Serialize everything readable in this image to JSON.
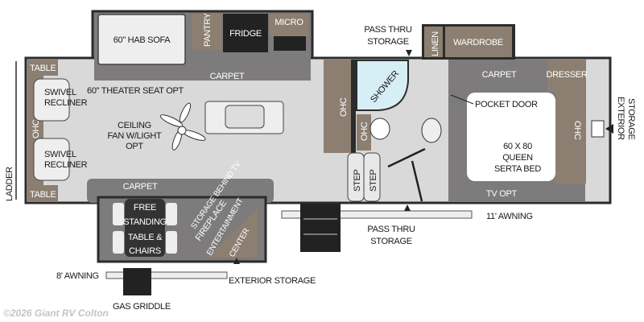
{
  "floorplan": {
    "labels": {
      "hab_sofa": "60\" HAB SOFA",
      "pantry": "PANTRY",
      "fridge": "FRIDGE",
      "micro": "MICRO",
      "carpet_top": "CARPET",
      "theater_seat": "60\" THEATER SEAT OPT",
      "table_top": "TABLE",
      "table_bottom": "TABLE",
      "swivel_recliner_1": [
        "SWIVEL",
        "RECLINER"
      ],
      "swivel_recliner_2": [
        "SWIVEL",
        "RECLINER"
      ],
      "ohc_front": "OHC",
      "ladder": "LADDER",
      "ceiling_fan": [
        "CEILING",
        "FAN W/LIGHT",
        "OPT"
      ],
      "carpet_bottom": "CARPET",
      "free_standing": [
        "FREE",
        "STANDING",
        "TABLE &",
        "CHAIRS"
      ],
      "fireplace": [
        "FIREPLACE",
        "STORAGE BEHIND TV"
      ],
      "entertainment": [
        "ENTERTAINMENT",
        "CENTER"
      ],
      "awning_8": "8' AWNING",
      "exterior_storage_bottom": "EXTERIOR STORAGE",
      "gas_griddle": "GAS GRIDDLE",
      "pass_thru_top": [
        "PASS THRU",
        "STORAGE"
      ],
      "shower": "SHOWER",
      "ohc_bath_1": "OHC",
      "ohc_bath_2": "OHC",
      "step_1": "STEP",
      "step_2": "STEP",
      "linen": "LINEN",
      "wardrobe": "WARDROBE",
      "carpet_bed": "CARPET",
      "dresser": "DRESSER",
      "pocket_door": "POCKET DOOR",
      "bed": [
        "60 X 80",
        "QUEEN",
        "SERTA BED"
      ],
      "ohc_bed": "OHC",
      "tv_opt": "TV OPT",
      "exterior_storage_right": [
        "EXTERIOR",
        "STORAGE"
      ],
      "awning_11": "11' AWNING",
      "pass_thru_bottom": [
        "PASS THRU",
        "STORAGE"
      ]
    },
    "watermark": "©2026 Giant RV Colton"
  },
  "colors": {
    "wall": "#2b2b2b",
    "floor": "#d9d9d9",
    "carpet": "#7d7b7b",
    "cabinet": "#8c7f72",
    "dark_appliance": "#222222",
    "shower": "#d6eef5"
  }
}
